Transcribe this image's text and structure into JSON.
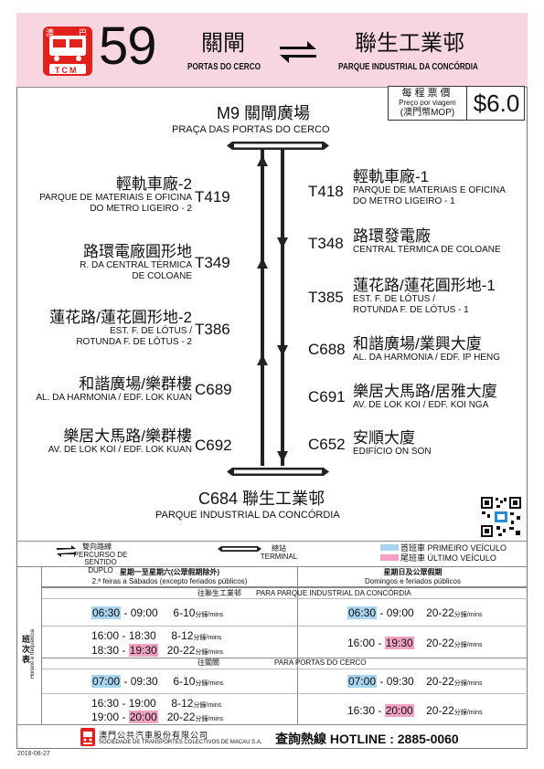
{
  "header": {
    "logo_chars": [
      "澳",
      "巴"
    ],
    "logo_text": "TCM",
    "route_number": "59",
    "origin_zh": "關閘",
    "origin_pt": "PORTAS DO CERCO",
    "destination_zh": "聯生工業邨",
    "destination_pt": "PARQUE INDUSTRIAL DA CONCÓRDIA",
    "accent_color": "#f7d6e0",
    "logo_color": "#e2211c"
  },
  "fare": {
    "label_zh": "每程票價",
    "label_pt": "Preço por viagem",
    "currency": "(澳門幣MOP)",
    "price": "$6.0"
  },
  "terminal_top": {
    "zh": "M9 關閘廣場",
    "pt": "PRAÇA DAS PORTAS DO CERCO"
  },
  "terminal_bottom": {
    "zh": "C684 聯生工業邨",
    "pt": "PARQUE INDUSTRIAL DA CONCÓRDIA"
  },
  "stops_left": [
    {
      "code": "T419",
      "zh": "輕軌車廠-2",
      "pt1": "PARQUE DE MATERIAIS E OFICINA",
      "pt2": "DO METRO LIGEIRO - 2"
    },
    {
      "code": "T349",
      "zh": "路環電廠圓形地",
      "pt1": "R. DA CENTRAL TÉRMICA",
      "pt2": "DE COLOANE"
    },
    {
      "code": "T386",
      "zh": "蓮花路/蓮花圓形地-2",
      "pt1": "EST. F. DE LÓTUS /",
      "pt2": "ROTUNDA F. DE LÓTUS - 2"
    },
    {
      "code": "C689",
      "zh": "和諧廣場/樂群樓",
      "pt1": "AL. DA HARMONIA / EDF. LOK KUAN",
      "pt2": ""
    },
    {
      "code": "C692",
      "zh": "樂居大馬路/樂群樓",
      "pt1": "AV. DE LOK KOI / EDF. LOK KUAN",
      "pt2": ""
    }
  ],
  "stops_right": [
    {
      "code": "T418",
      "zh": "輕軌車廠-1",
      "pt1": "PARQUE DE MATERIAIS E OFICINA",
      "pt2": "DO METRO LIGEIRO - 1"
    },
    {
      "code": "T348",
      "zh": "路環發電廠",
      "pt1": "CENTRAL TÉRMICA DE COLOANE",
      "pt2": ""
    },
    {
      "code": "T385",
      "zh": "蓮花路/蓮花圓形地-1",
      "pt1": "EST. F. DE LÓTUS /",
      "pt2": "ROTUNDA F. DE LÓTUS - 1"
    },
    {
      "code": "C688",
      "zh": "和諧廣場/業興大廈",
      "pt1": "AL. DA HARMONIA / EDF. IP HENG",
      "pt2": ""
    },
    {
      "code": "C691",
      "zh": "樂居大馬路/居雅大廈",
      "pt1": "AV. DE LOK KOI / EDF. KOI NGA",
      "pt2": ""
    },
    {
      "code": "C652",
      "zh": "安順大廈",
      "pt1": "EDIFÍCIO ON SON",
      "pt2": ""
    }
  ],
  "legend": {
    "two_way_zh": "雙向路線",
    "two_way_pt1": "PERCURSO DE",
    "two_way_pt2": "SENTIDO DUPLO",
    "terminal_zh": "總站",
    "terminal_pt": "TERMINAL",
    "first_bus": "首班車 PRIMEIRO VEÍCULO",
    "last_bus": "尾班車 ÚLTIMO VEÍCULO",
    "first_color": "#a9d4ef",
    "last_color": "#f2a3c3"
  },
  "timetable": {
    "side_zh": "班次表",
    "side_pt": "Horário e frequência",
    "weekday_zh": "星期一至星期六(公眾假期除外)",
    "weekday_pt": "2.ª feiras a Sábados (excepto feriados públicos)",
    "holiday_zh": "星期日及公眾假期",
    "holiday_pt": "Domingos e feriados públicos",
    "dir1_zh": "往聯生工業邨",
    "dir1_pt": "PARA PARQUE INDUSTRIAL DA CONCÓRDIA",
    "dir2_zh": "往關閘",
    "dir2_pt": "PARA PORTAS DO CERCO",
    "unit": "分鐘/mins",
    "dir1": {
      "weekday": [
        {
          "start": "06:30",
          "end": "09:00",
          "freq": "6-10",
          "hl": "first"
        },
        {
          "start": "16:00",
          "end": "18:30",
          "freq": "8-12",
          "hl": ""
        },
        {
          "start": "18:30",
          "end": "19:30",
          "freq": "20-22",
          "hl": "last"
        }
      ],
      "holiday": [
        {
          "start": "06:30",
          "end": "09:00",
          "freq": "20-22",
          "hl": "first"
        },
        {
          "start": "16:00",
          "end": "19:30",
          "freq": "20-22",
          "hl": "last"
        }
      ]
    },
    "dir2": {
      "weekday": [
        {
          "start": "07:00",
          "end": "09:30",
          "freq": "6-10",
          "hl": "first"
        },
        {
          "start": "16:30",
          "end": "19:00",
          "freq": "8-12",
          "hl": ""
        },
        {
          "start": "19:00",
          "end": "20:00",
          "freq": "20-22",
          "hl": "last"
        }
      ],
      "holiday": [
        {
          "start": "07:00",
          "end": "09:30",
          "freq": "20-22",
          "hl": "first"
        },
        {
          "start": "16:30",
          "end": "20:00",
          "freq": "20-22",
          "hl": "last"
        }
      ]
    }
  },
  "footer": {
    "company_zh": "澳門公共汽車股份有限公司",
    "company_pt": "SOCIEDADE DE TRANSPORTES COLECTIVOS DE MACAU S.A.",
    "hotline": "查詢熱線 HOTLINE : 2885-0060",
    "date": "2018-08-27"
  }
}
